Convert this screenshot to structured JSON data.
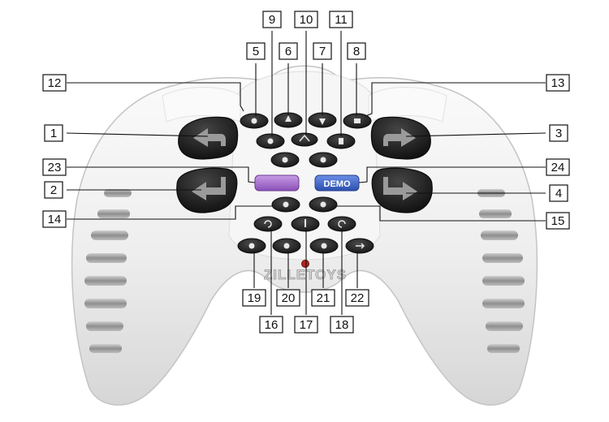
{
  "callouts": {
    "c1": "1",
    "c2": "2",
    "c3": "3",
    "c4": "4",
    "c5": "5",
    "c6": "6",
    "c7": "7",
    "c8": "8",
    "c9": "9",
    "c10": "10",
    "c11": "11",
    "c12": "12",
    "c13": "13",
    "c14": "14",
    "c15": "15",
    "c16": "16",
    "c17": "17",
    "c18": "18",
    "c19": "19",
    "c20": "20",
    "c21": "21",
    "c22": "22",
    "c23": "23",
    "c24": "24"
  },
  "buttons": {
    "demo_label": "DEMO",
    "purple_label": ""
  },
  "watermark": {
    "line1": "",
    "line2": "ZILLETOYS"
  },
  "colors": {
    "body": "#f2f2f2",
    "button_dark": "#1e1e1e",
    "demo_button": "#3f63c9",
    "purple_button": "#a66ccf",
    "grip_slots": "#a8a8a8",
    "led": "#b0251c"
  }
}
